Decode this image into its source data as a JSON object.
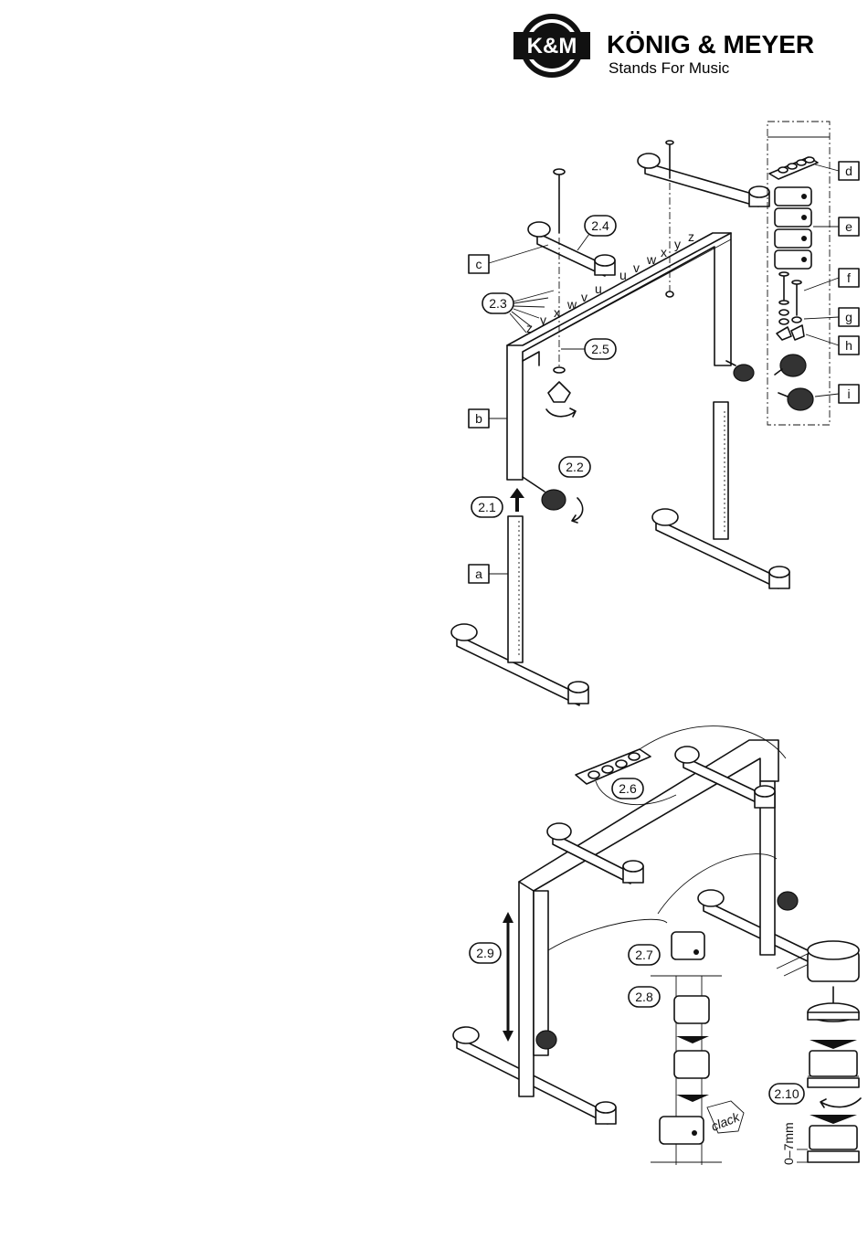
{
  "brand": {
    "monogram": "K&M",
    "name": "KÖNIG & MEYER",
    "tagline": "Stands For Music"
  },
  "steps": {
    "s2_1": "2.1",
    "s2_2": "2.2",
    "s2_3": "2.3",
    "s2_4": "2.4",
    "s2_5": "2.5",
    "s2_6": "2.6",
    "s2_7": "2.7",
    "s2_8": "2.8",
    "s2_9": "2.9",
    "s2_10": "2.10"
  },
  "parts": {
    "a": "a",
    "b": "b",
    "c": "c",
    "d": "d",
    "e": "e",
    "f": "f",
    "g": "g",
    "h": "h",
    "i": "i"
  },
  "hole_letters": {
    "left": [
      "z",
      "y",
      "x",
      "w",
      "v",
      "u"
    ],
    "right": [
      "u",
      "v",
      "w",
      "x",
      "y",
      "z"
    ]
  },
  "annotations": {
    "clack": "clack",
    "gap": "0–7mm"
  }
}
